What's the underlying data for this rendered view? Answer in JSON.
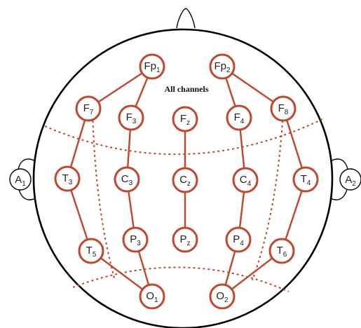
{
  "title": "All channels",
  "colors": {
    "electrode": "#c0462c",
    "outline": "#000000",
    "text": "#222222"
  },
  "electrodes": [
    {
      "id": "fp1",
      "main": "Fp",
      "sub": "1"
    },
    {
      "id": "fp2",
      "main": "Fp",
      "sub": "2"
    },
    {
      "id": "f7",
      "main": "F",
      "sub": "7"
    },
    {
      "id": "f3",
      "main": "F",
      "sub": "3"
    },
    {
      "id": "fz",
      "main": "F",
      "sub": "z"
    },
    {
      "id": "f4",
      "main": "F",
      "sub": "4"
    },
    {
      "id": "f8",
      "main": "F",
      "sub": "8"
    },
    {
      "id": "t3",
      "main": "T",
      "sub": "3"
    },
    {
      "id": "c3",
      "main": "C",
      "sub": "3"
    },
    {
      "id": "cz",
      "main": "C",
      "sub": "z"
    },
    {
      "id": "c4",
      "main": "C",
      "sub": "4"
    },
    {
      "id": "t4",
      "main": "T",
      "sub": "4"
    },
    {
      "id": "t5",
      "main": "T",
      "sub": "5"
    },
    {
      "id": "p3",
      "main": "P",
      "sub": "3"
    },
    {
      "id": "pz",
      "main": "P",
      "sub": "z"
    },
    {
      "id": "p4",
      "main": "P",
      "sub": "4"
    },
    {
      "id": "t6",
      "main": "T",
      "sub": "6"
    },
    {
      "id": "o1",
      "main": "O",
      "sub": "1"
    },
    {
      "id": "o2",
      "main": "O",
      "sub": "2"
    }
  ],
  "ears": [
    {
      "id": "a1",
      "main": "A",
      "sub": "1"
    },
    {
      "id": "a2",
      "main": "A",
      "sub": "2"
    }
  ],
  "connections": [
    [
      "fp1",
      "f7"
    ],
    [
      "f7",
      "t3"
    ],
    [
      "t3",
      "t5"
    ],
    [
      "t5",
      "o1"
    ],
    [
      "fp1",
      "f3"
    ],
    [
      "f3",
      "c3"
    ],
    [
      "c3",
      "p3"
    ],
    [
      "p3",
      "o1"
    ],
    [
      "fz",
      "cz"
    ],
    [
      "cz",
      "pz"
    ],
    [
      "fp2",
      "f4"
    ],
    [
      "f4",
      "c4"
    ],
    [
      "c4",
      "p4"
    ],
    [
      "p4",
      "o2"
    ],
    [
      "fp2",
      "f8"
    ],
    [
      "f8",
      "t4"
    ],
    [
      "t4",
      "t6"
    ],
    [
      "t6",
      "o2"
    ]
  ]
}
